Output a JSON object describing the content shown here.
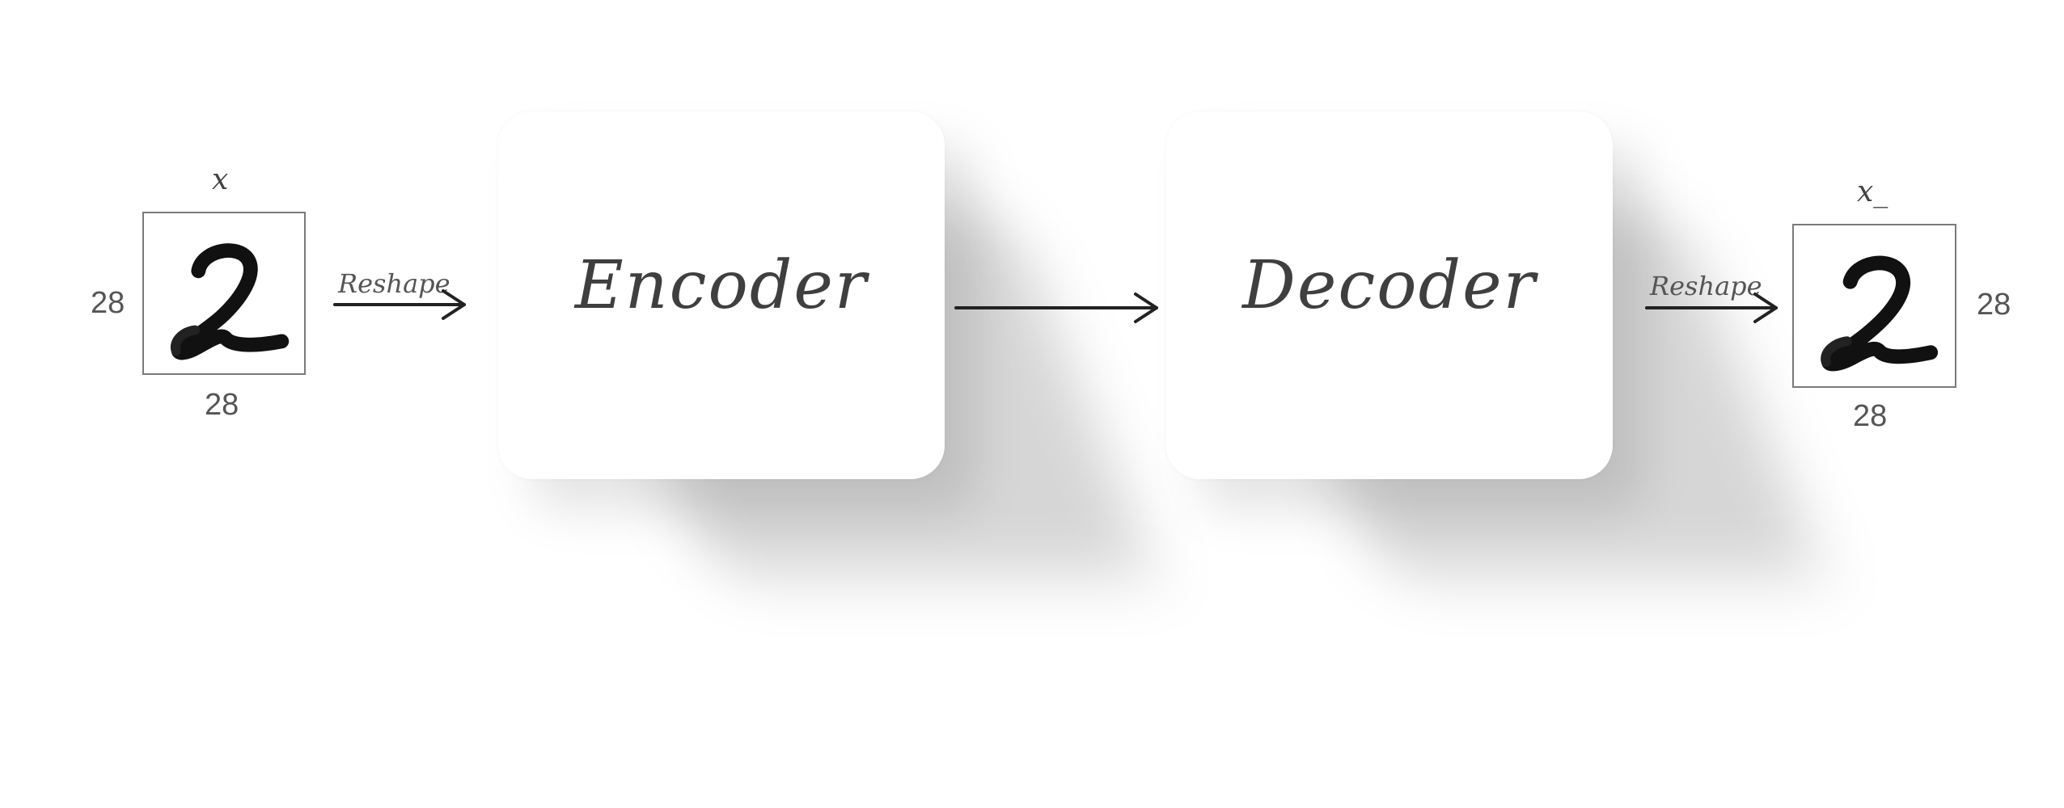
{
  "input": {
    "label": "x",
    "height_label": "28",
    "width_label": "28"
  },
  "output": {
    "label": "x_",
    "height_label": "28",
    "width_label": "28"
  },
  "arrows": {
    "left_label": "Reshape",
    "right_label": "Reshape"
  },
  "encoder": {
    "title": "Encoder"
  },
  "decoder": {
    "title": "Decoder"
  }
}
